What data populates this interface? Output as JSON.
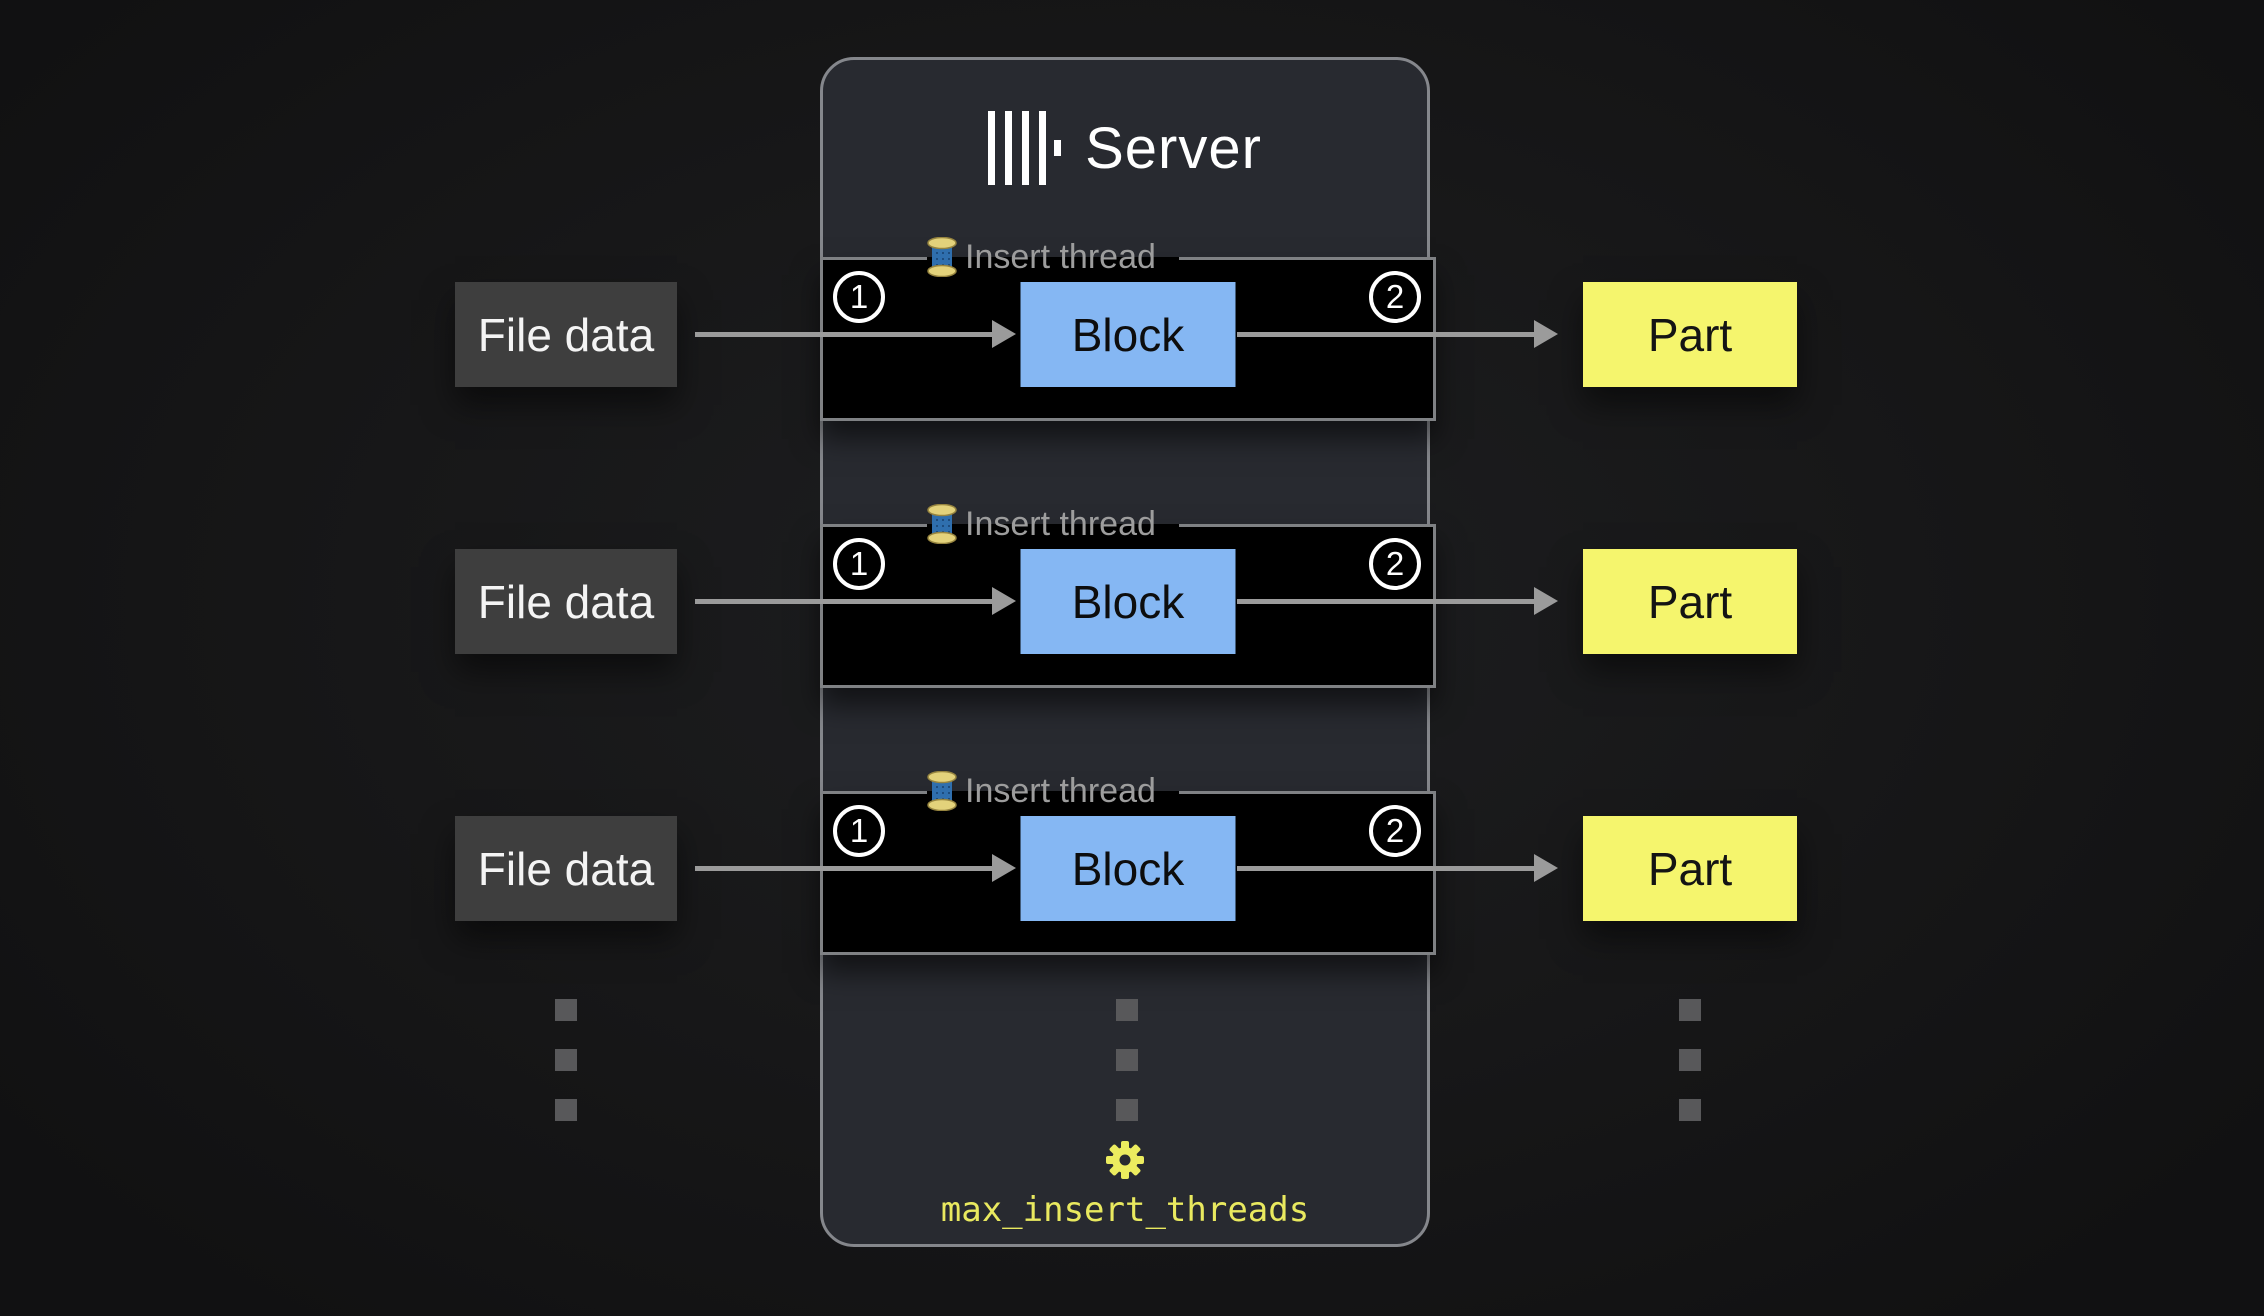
{
  "server": {
    "title": "Server",
    "logo_icon": "clickhouse-logo",
    "setting_icon": "gear-icon",
    "setting_label": "max_insert_threads"
  },
  "rows": [
    {
      "source": "File data",
      "step_in": "1",
      "thread_label": "Insert thread",
      "block": "Block",
      "step_out": "2",
      "output": "Part"
    },
    {
      "source": "File data",
      "step_in": "1",
      "thread_label": "Insert thread",
      "block": "Block",
      "step_out": "2",
      "output": "Part"
    },
    {
      "source": "File data",
      "step_in": "1",
      "thread_label": "Insert thread",
      "block": "Block",
      "step_out": "2",
      "output": "Part"
    }
  ],
  "ellipsis": {
    "columns": 3,
    "dots_per_column": 3
  },
  "colors": {
    "panel_bg": "#282a30",
    "panel_border": "#85878c",
    "thread_bg": "#000000",
    "block_fill": "#85b7f3",
    "part_fill": "#f5f56d",
    "source_fill": "#3e3e3e",
    "arrow": "#9b9b9b",
    "legend_text": "#9d9d9d",
    "setting_yellow": "#e9e95f"
  }
}
